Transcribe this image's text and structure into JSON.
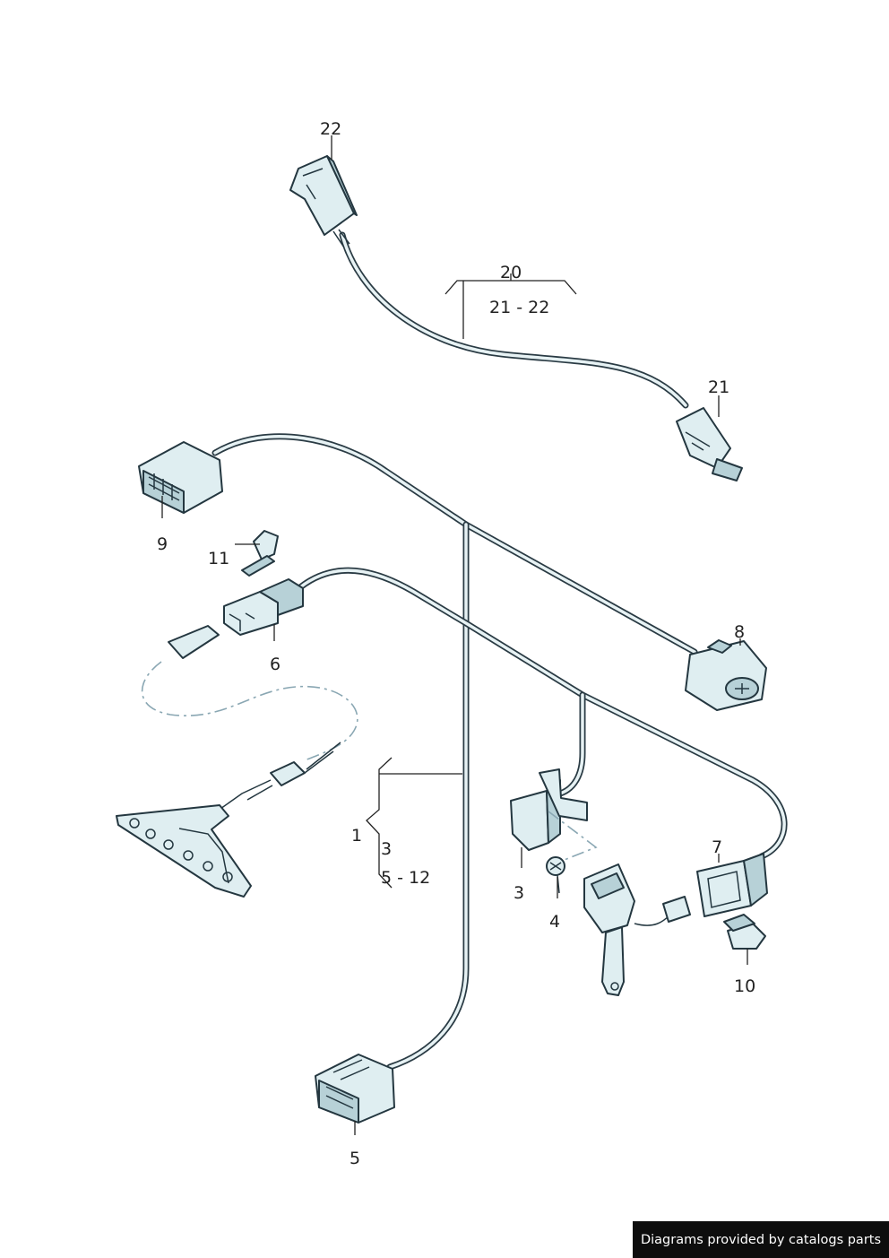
{
  "callouts": {
    "c1": "1",
    "c3_range": "3",
    "c5_12": "5 - 12",
    "c3": "3",
    "c4": "4",
    "c5": "5",
    "c6": "6",
    "c7": "7",
    "c8": "8",
    "c9": "9",
    "c10": "10",
    "c11": "11",
    "c20": "20",
    "c21_22": "21 - 22",
    "c21": "21",
    "c22": "22"
  },
  "credit": "Diagrams provided by catalogs parts",
  "colors": {
    "part_fill": "#dfeef1",
    "part_shade": "#b7d1d7",
    "outline": "#243740",
    "dashed_line": "#8aa7b3"
  }
}
